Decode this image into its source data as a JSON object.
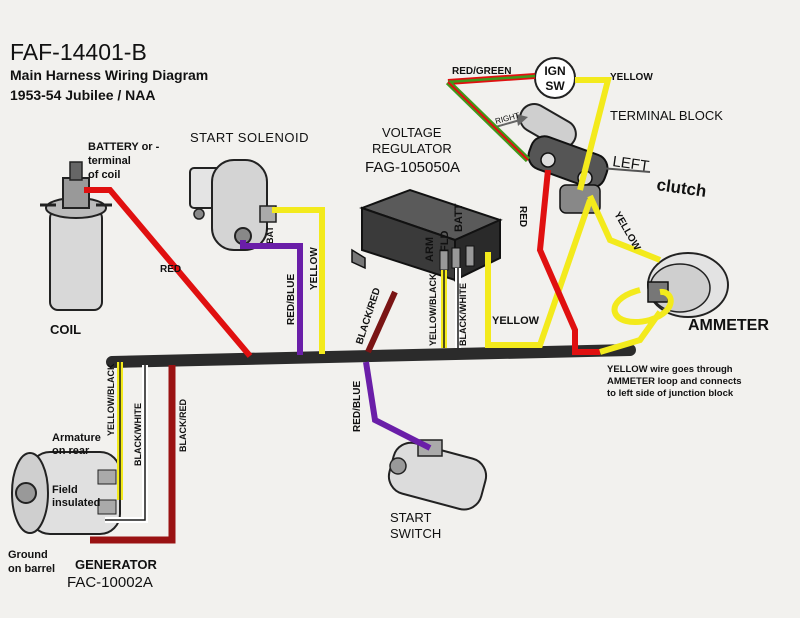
{
  "header": {
    "part_number": "FAF-14401-B",
    "line1": "Main Harness Wiring Diagram",
    "line2": "1953-54 Jubilee / NAA"
  },
  "labels": {
    "battery": [
      "BATTERY or -",
      "terminal",
      "of coil"
    ],
    "start_solenoid": "START SOLENOID",
    "solenoid_bat": "BAT",
    "voltage_regulator": [
      "VOLTAGE",
      "REGULATOR"
    ],
    "regulator_part": "FAG-105050A",
    "reg_batt": "BATT",
    "reg_fld": "FLD",
    "reg_arm": "ARM",
    "red_green": "RED/GREEN",
    "ign_sw": [
      "IGN",
      "SW"
    ],
    "yellow_top": "YELLOW",
    "terminal_block": "TERMINAL BLOCK",
    "right": "RIGHT",
    "left": "LEFT",
    "clutch": "clutch",
    "coil": "COIL",
    "red": "RED",
    "red_blue": "RED/BLUE",
    "yellow": "YELLOW",
    "black_red": "BLACK/RED",
    "yellow_black": "YELLOW/BLACK",
    "black_white": "BLACK/WHITE",
    "ammeter": "AMMETER",
    "yellow_note": [
      "YELLOW wire goes through",
      "AMMETER loop and connects",
      "to left side of junction block"
    ],
    "armature": [
      "Armature",
      "on rear"
    ],
    "field": [
      "Field",
      "insulated"
    ],
    "ground": [
      "Ground",
      "on barrel"
    ],
    "generator": "GENERATOR",
    "generator_part": "FAC-10002A",
    "start_switch": [
      "START",
      "SWITCH"
    ]
  },
  "colors": {
    "red": "#e01010",
    "yellow": "#f3ea1c",
    "purple": "#6a1ea8",
    "black": "#1a1a1a",
    "green": "#3f9a1c",
    "harness": "#3a3a3a"
  }
}
